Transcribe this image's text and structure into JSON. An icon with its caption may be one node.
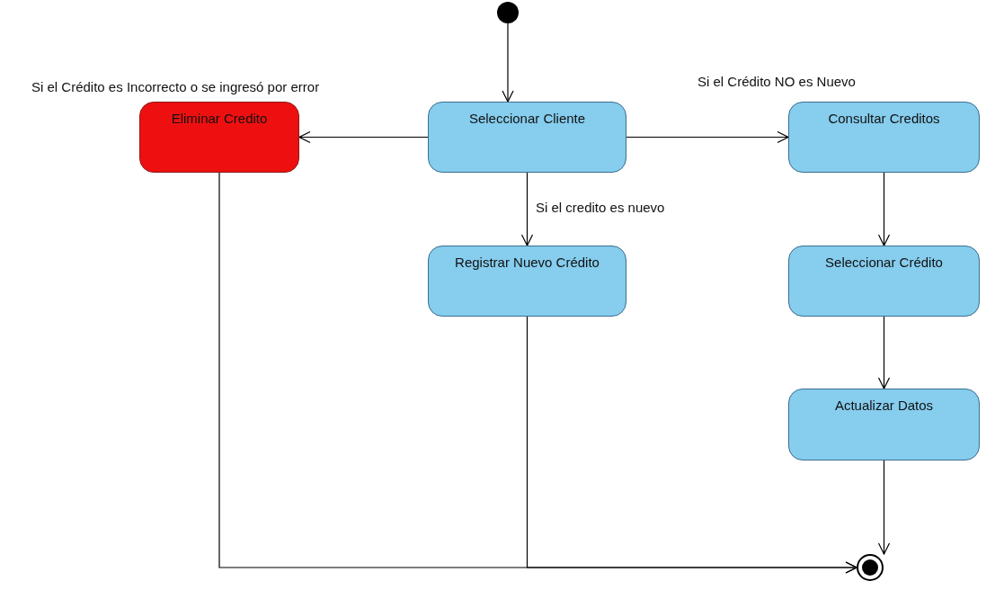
{
  "diagram": {
    "nodes": [
      {
        "text": [],
        "shape": "circle"
      },
      {
        "text": [
          "Seleccionar Cliente"
        ]
      },
      {
        "text": [
          "Eliminar Credito"
        ]
      },
      {
        "text": [
          "Consultar Creditos"
        ]
      },
      {
        "text": [
          "Registrar Nuevo Crédito"
        ]
      },
      {
        "text": [
          "Seleccionar Crédito"
        ]
      },
      {
        "text": [
          "Actualizar Datos"
        ]
      },
      {
        "text": [],
        "shape": "bullseye"
      }
    ],
    "edges": [
      {
        "from": 0,
        "to": 1,
        "arrow": "to"
      },
      {
        "from": 1,
        "to": 2,
        "arrow": "to",
        "label": "Si el Crédito es Incorrecto o se ingresó por error"
      },
      {
        "from": 1,
        "to": 3,
        "arrow": "to",
        "label": "Si el Crédito NO es Nuevo"
      },
      {
        "from": 1,
        "to": 4,
        "arrow": "to",
        "label": "Si el credito es nuevo"
      },
      {
        "from": 3,
        "to": 5,
        "arrow": "to"
      },
      {
        "from": 5,
        "to": 6,
        "arrow": "to"
      },
      {
        "from": 6,
        "to": 7,
        "arrow": "to"
      },
      {
        "from": 2,
        "to": 7,
        "arrow": "to"
      },
      {
        "from": 4,
        "to": 7,
        "arrow": "to"
      }
    ]
  }
}
